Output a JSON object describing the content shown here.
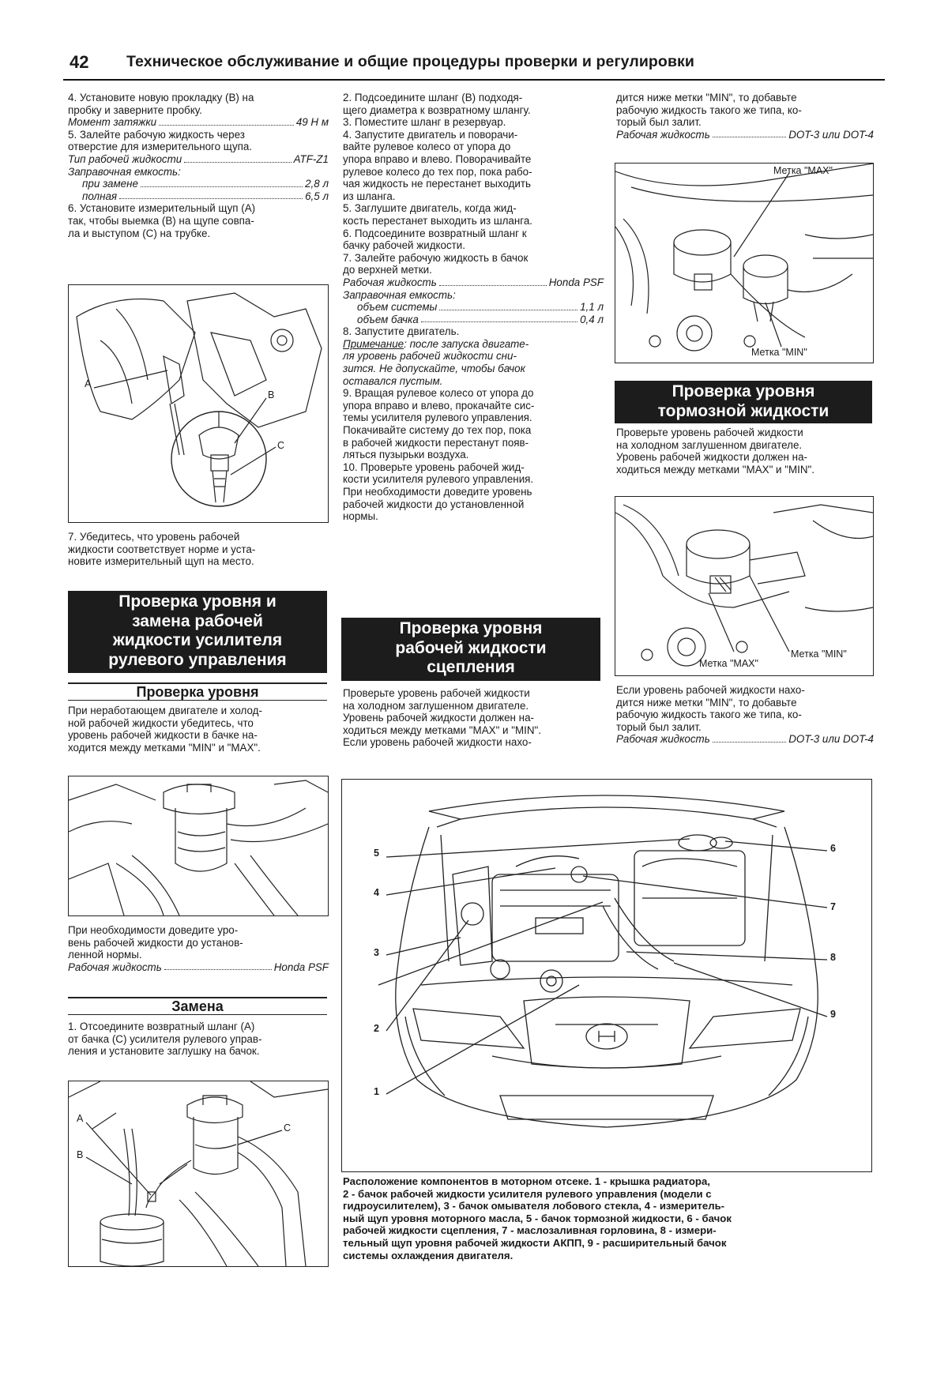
{
  "header": {
    "page_number": "42",
    "title": "Техническое обслуживание и общие процедуры проверки и регулировки"
  },
  "col1": {
    "p1": [
      "4. Установите новую прокладку (В) на",
      "пробку и заверните пробку."
    ],
    "torque": {
      "label": "Момент затяжки",
      "value": "49 Н м"
    },
    "p2": [
      "5. Залейте рабочую жидкость через",
      "отверстие для измерительного щупа."
    ],
    "fluid": {
      "label": "Тип рабочей жидкости",
      "value": "ATF-Z1"
    },
    "capacity_label": "Заправочная емкость:",
    "cap1": {
      "label": "при замене",
      "value": "2,8 л"
    },
    "cap2": {
      "label": "полная",
      "value": "6,5 л"
    },
    "p3": [
      "6. Установите измерительный щуп (А)",
      "так, чтобы выемка (В) на щупе совпа-",
      "ла и выступом (С) на трубке."
    ],
    "fig1_labels": {
      "a": "A",
      "b": "B",
      "c": "C"
    },
    "p4": [
      "7. Убедитесь, что уровень рабочей",
      "жидкости соответствует норме и уста-",
      "новите измерительный щуп на место."
    ],
    "section_title": [
      "Проверка уровня и",
      "замена рабочей",
      "жидкости усилителя",
      "рулевого управления"
    ],
    "sub1": "Проверка уровня",
    "p5": [
      "При неработающем двигателе и холод-",
      "ной рабочей жидкости убедитесь, что",
      "уровень рабочей жидкости в бачке на-",
      "ходится между метками \"MIN\" и \"MAX\"."
    ],
    "p6": [
      "При необходимости доведите уро-",
      "вень рабочей жидкости до установ-",
      "ленной нормы."
    ],
    "psf": {
      "label": "Рабочая жидкость",
      "value": "Honda PSF"
    },
    "sub2": "Замена",
    "p7": [
      "1. Отсоедините возвратный шланг (А)",
      "от бачка (С) усилителя рулевого управ-",
      "ления и установите заглушку на бачок."
    ],
    "fig3_labels": {
      "a": "A",
      "b": "B",
      "c": "C"
    }
  },
  "col2": {
    "p1": [
      "2. Подсоедините шланг (В) подходя-",
      "щего диаметра к возвратному шлангу.",
      "3. Поместите шланг в резервуар.",
      "4. Запустите двигатель и поворачи-",
      "вайте рулевое колесо от упора до",
      "упора вправо и влево. Поворачивайте",
      "рулевое колесо до тех пор, пока рабо-",
      "чая жидкость не перестанет выходить",
      "из шланга.",
      "5. Заглушите двигатель, когда жид-",
      "кость перестанет выходить из шланга.",
      "6. Подсоедините возвратный шланг к",
      "бачку рабочей жидкости.",
      "7. Залейте рабочую жидкость в бачок",
      "до верхней метки."
    ],
    "psf": {
      "label": "Рабочая жидкость",
      "value": "Honda PSF"
    },
    "capacity_label": "Заправочная емкость:",
    "cap1": {
      "label": "объем системы",
      "value": "1,1 л"
    },
    "cap2": {
      "label": "объем бачка",
      "value": "0,4 л"
    },
    "p2": "8. Запустите двигатель.",
    "note_word": "Примечание",
    "note_rest": ": после запуска двигате-",
    "note_lines": [
      "ля уровень рабочей жидкости сни-",
      "зится. Не допускайте, чтобы бачок",
      "оставался пустым."
    ],
    "p3": [
      "9. Вращая рулевое колесо от упора до",
      "упора вправо и влево, прокачайте сис-",
      "темы усилителя рулевого управления.",
      "Покачивайте систему до тех пор, пока",
      "в рабочей жидкости перестанут появ-",
      "ляться пузырьки воздуха.",
      "10. Проверьте уровень рабочей жид-",
      "кости усилителя рулевого управления.",
      "При необходимости доведите уровень",
      "рабочей жидкости до установленной",
      "нормы."
    ],
    "section_title": [
      "Проверка уровня",
      "рабочей жидкости",
      "сцепления"
    ],
    "p4": [
      "Проверьте уровень рабочей жидкости",
      "на холодном заглушенном двигателе.",
      "Уровень рабочей жидкости должен на-",
      "ходиться между метками \"MAX\" и \"MIN\".",
      "Если уровень рабочей жидкости нахо-"
    ]
  },
  "col3": {
    "p1": [
      "дится ниже метки \"MIN\", то добавьте",
      "рабочую жидкость такого же типа, ко-",
      "торый был залит."
    ],
    "fluid1": {
      "label": "Рабочая жидкость",
      "value": "DOT-3 или DOT-4"
    },
    "fig4_labels": {
      "max": "Метка \"MAX\"",
      "min": "Метка \"MIN\""
    },
    "section_title": [
      "Проверка уровня",
      "тормозной жидкости"
    ],
    "p2": [
      "Проверьте уровень рабочей жидкости",
      "на холодном заглушенном двигателе.",
      "Уровень рабочей жидкости должен на-",
      "ходиться между метками \"MAX\" и \"MIN\"."
    ],
    "fig5_labels": {
      "max": "Метка \"MAX\"",
      "min": "Метка \"MIN\""
    },
    "p3": [
      "Если уровень рабочей жидкости нахо-",
      "дится ниже метки \"MIN\", то добавьте",
      "рабочую жидкость такого же типа, ко-",
      "торый был залит."
    ],
    "fluid2": {
      "label": "Рабочая жидкость",
      "value": "DOT-3 или DOT-4"
    }
  },
  "engine_fig": {
    "numbers": [
      "1",
      "2",
      "3",
      "4",
      "5",
      "6",
      "7",
      "8",
      "9"
    ],
    "caption": [
      "Расположение компонентов в моторном отсеке. 1 - крышка радиатора,",
      "2 - бачок рабочей жидкости усилителя рулевого управления (модели с",
      "гидроусилителем), 3 - бачок омывателя лобового стекла, 4 - измеритель-",
      "ный щуп уровня моторного масла, 5 - бачок тормозной жидкости, 6 - бачок",
      "рабочей жидкости сцепления, 7 - маслозаливная горловина, 8 - измери-",
      "тельный щуп уровня рабочей жидкости АКПП, 9 - расширительный бачок",
      "системы охлаждения двигателя."
    ]
  }
}
